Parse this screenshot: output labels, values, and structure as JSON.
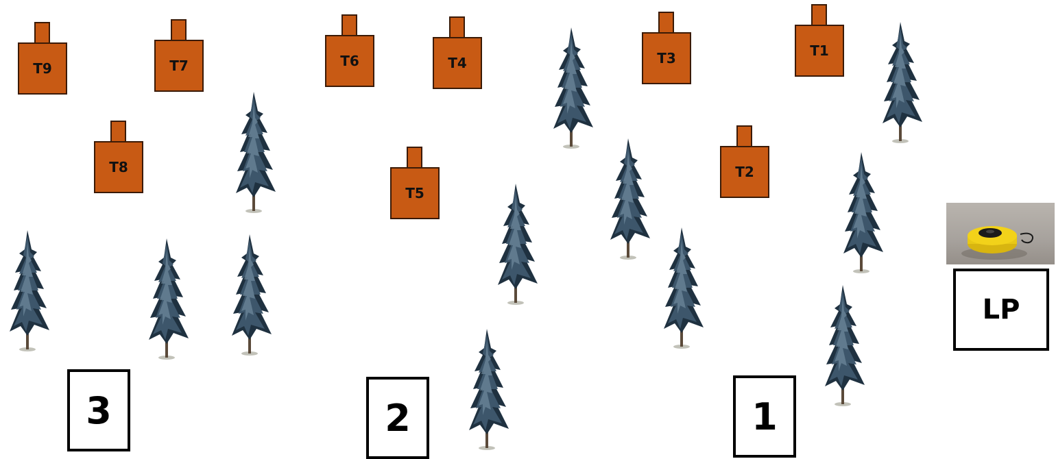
{
  "targets": [
    {
      "id": "t9",
      "label": "T9"
    },
    {
      "id": "t7",
      "label": "T7"
    },
    {
      "id": "t6",
      "label": "T6"
    },
    {
      "id": "t4",
      "label": "T4"
    },
    {
      "id": "t3",
      "label": "T3"
    },
    {
      "id": "t1",
      "label": "T1"
    },
    {
      "id": "t8",
      "label": "T8"
    },
    {
      "id": "t5",
      "label": "T5"
    },
    {
      "id": "t2",
      "label": "T2"
    }
  ],
  "stations": [
    {
      "id": "station-3",
      "label": "3"
    },
    {
      "id": "station-2",
      "label": "2"
    },
    {
      "id": "station-1",
      "label": "1"
    }
  ],
  "listening_point": {
    "label": "LP"
  },
  "colors": {
    "target_fill": "#c85a14",
    "target_border": "#3a1a06",
    "tree_dark": "#1f3140",
    "tree_mid": "#3d566b",
    "tree_light": "#6f8a9c",
    "speaker_yellow": "#f2d21a"
  },
  "icons": {
    "tree": "conifer-tree-icon",
    "speaker": "yellow-speaker-photo"
  }
}
